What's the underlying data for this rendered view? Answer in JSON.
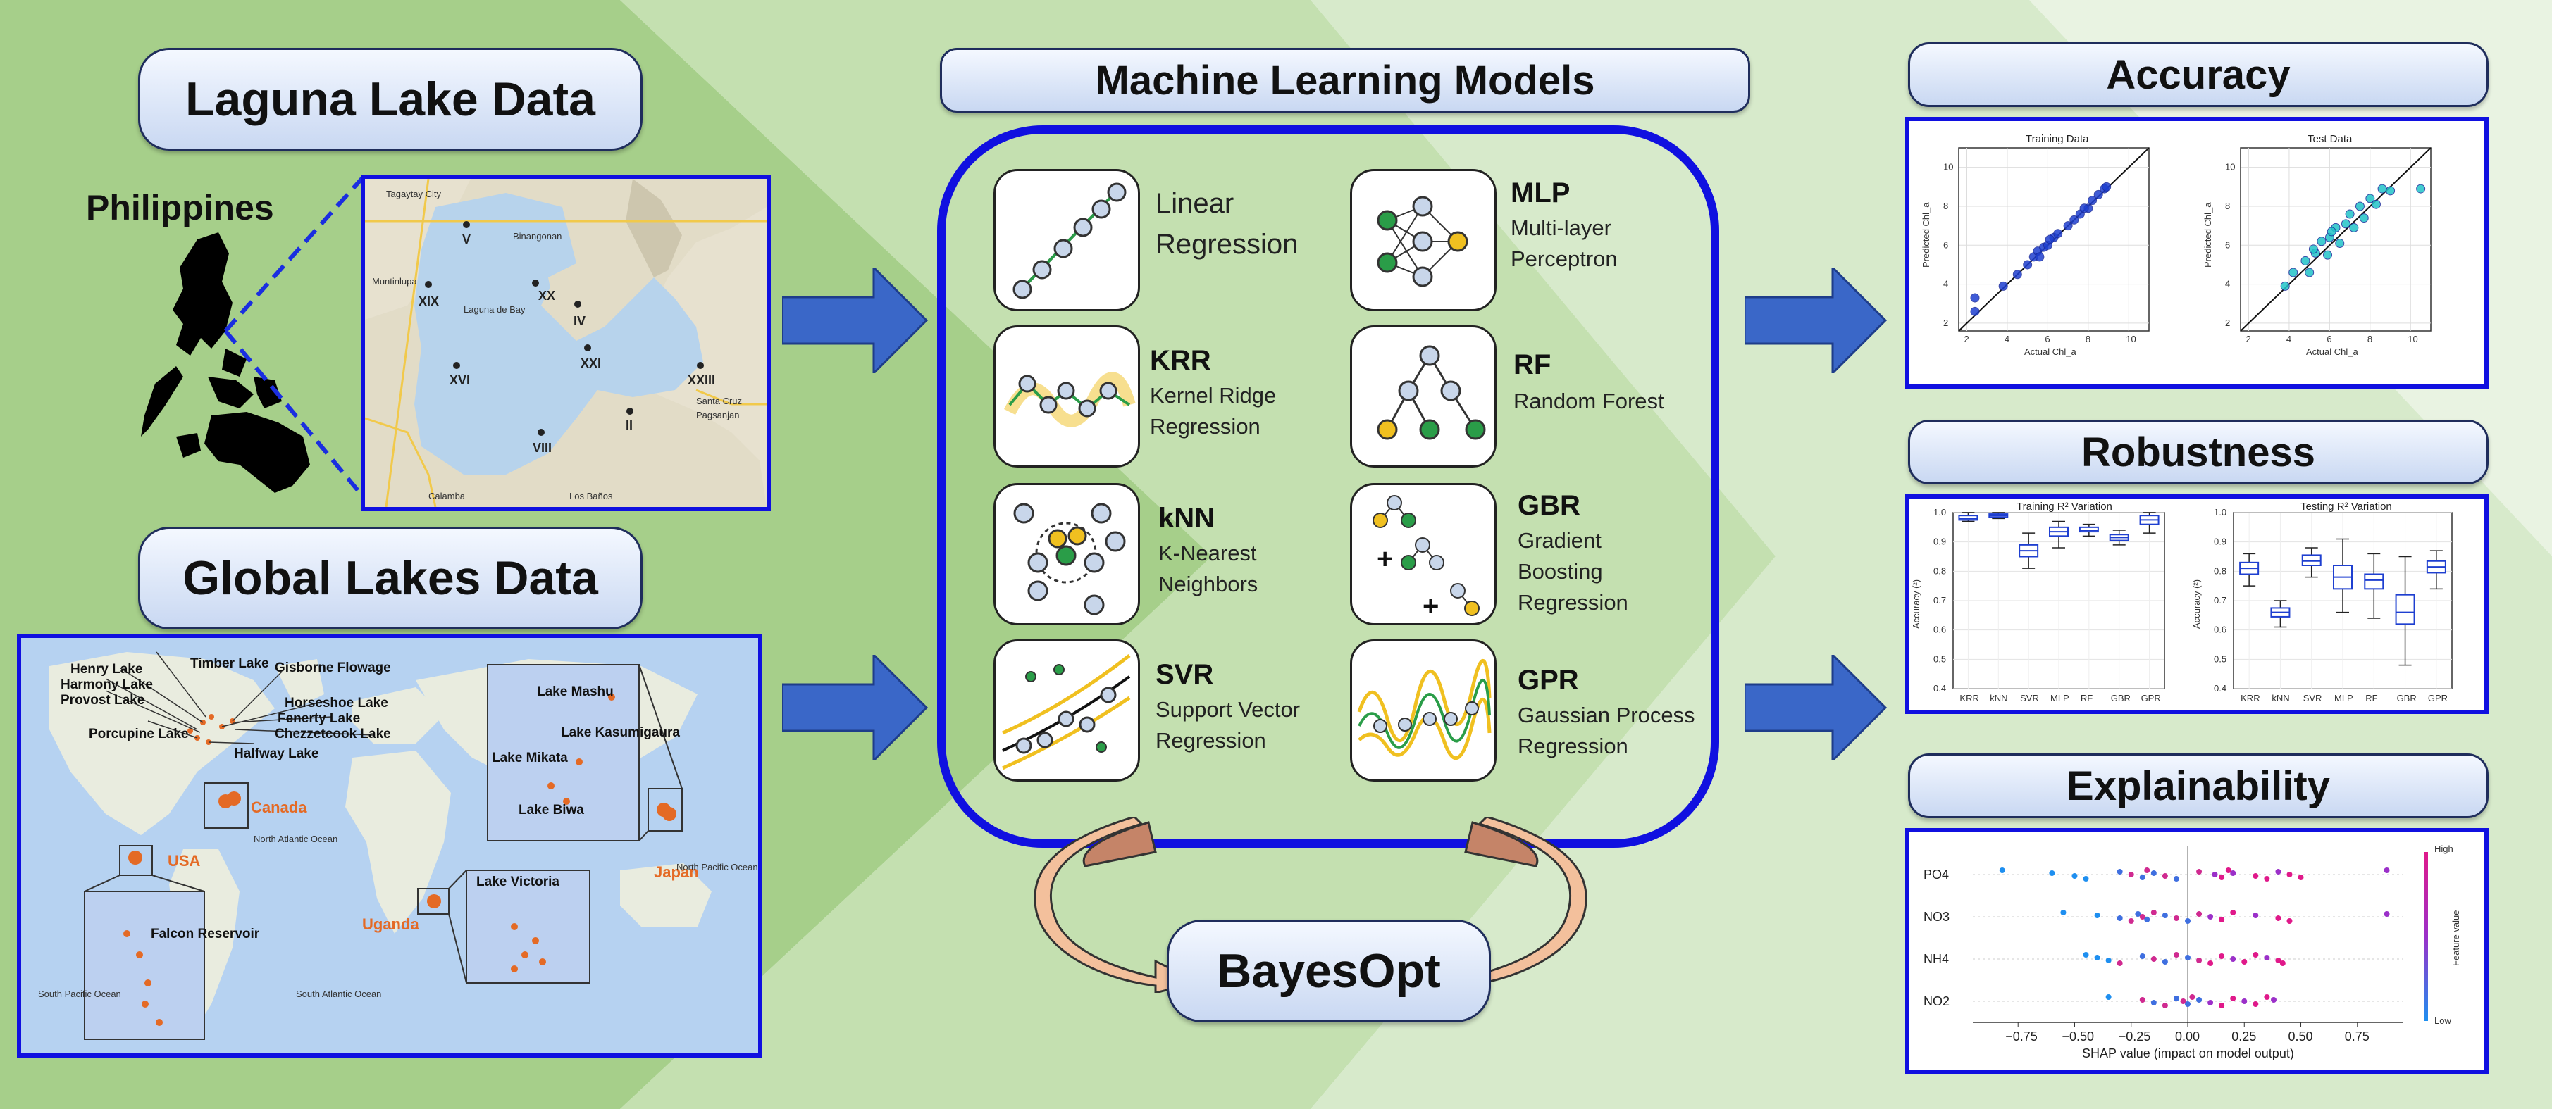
{
  "left": {
    "laguna_title": "Laguna Lake Data",
    "philippines_label": "Philippines",
    "laguna_places": [
      "Tagaytay City",
      "Binangonan",
      "Muntinlupa",
      "Laguna de Bay",
      "Calamba",
      "Los Baños",
      "Pagsanjan",
      "Santa Cruz"
    ],
    "stations": [
      "V",
      "XX",
      "XIX",
      "IV",
      "XXI",
      "XVI",
      "XXIII",
      "II",
      "VIII"
    ],
    "global_title": "Global Lakes Data",
    "lakes": [
      "Henry Lake",
      "Timber Lake",
      "Gisborne Flowage",
      "Harmony Lake",
      "Provost Lake",
      "Horseshoe Lake",
      "Fenerty Lake",
      "Chezzetcook Lake",
      "Porcupine Lake",
      "Halfway Lake",
      "Lake Mashu",
      "Lake Kasumigaura",
      "Lake Mikata",
      "Lake Biwa",
      "Falcon Reservoir",
      "Lake Victoria"
    ],
    "countries": [
      "Canada",
      "USA",
      "Japan",
      "Uganda"
    ],
    "ocean_labels": [
      "North Atlantic Ocean",
      "South Atlantic Ocean",
      "South Pacific Ocean",
      "North Pacific Ocean"
    ]
  },
  "middle": {
    "title": "Machine Learning Models",
    "models": [
      {
        "abbr": "",
        "name": "Linear Regression"
      },
      {
        "abbr": "MLP",
        "name": "Multi-layer Perceptron"
      },
      {
        "abbr": "KRR",
        "name": "Kernel Ridge Regression"
      },
      {
        "abbr": "RF",
        "name": "Random Forest"
      },
      {
        "abbr": "kNN",
        "name": "K-Nearest Neighbors"
      },
      {
        "abbr": "GBR",
        "name": "Gradient Boosting Regression"
      },
      {
        "abbr": "SVR",
        "name": "Support Vector Regression"
      },
      {
        "abbr": "GPR",
        "name": "Gaussian Process Regression"
      }
    ],
    "optimizer": "BayesOpt"
  },
  "right": {
    "accuracy_title": "Accuracy",
    "robustness_title": "Robustness",
    "explainability_title": "Explainability"
  },
  "colors": {
    "panel_border": "#1010e0",
    "arrow": "#3a67c8",
    "green_bg": "#a6cf8a",
    "shap_high": "#e0198a",
    "shap_low": "#1e8ff0"
  },
  "chart_data": [
    {
      "type": "scatter",
      "title": "Training Data",
      "xlabel": "Actual Chl_a",
      "ylabel": "Predicted Chl_a",
      "xticks": [
        2,
        4,
        6,
        8,
        10
      ],
      "yticks": [
        2,
        4,
        6,
        8,
        10
      ],
      "xlim": [
        1.6,
        11
      ],
      "ylim": [
        1.6,
        11
      ],
      "points": [
        [
          2.4,
          2.6
        ],
        [
          2.4,
          3.3
        ],
        [
          3.8,
          3.9
        ],
        [
          4.5,
          4.5
        ],
        [
          5.0,
          5.0
        ],
        [
          5.3,
          5.4
        ],
        [
          5.5,
          5.7
        ],
        [
          5.8,
          5.9
        ],
        [
          6.0,
          6.0
        ],
        [
          6.3,
          6.4
        ],
        [
          6.5,
          6.6
        ],
        [
          7.0,
          7.0
        ],
        [
          7.3,
          7.3
        ],
        [
          7.6,
          7.6
        ],
        [
          8.0,
          7.9
        ],
        [
          8.2,
          8.3
        ],
        [
          8.5,
          8.6
        ],
        [
          8.8,
          8.9
        ],
        [
          8.9,
          9.0
        ],
        [
          6.1,
          6.3
        ],
        [
          5.6,
          5.4
        ],
        [
          7.8,
          7.9
        ]
      ]
    },
    {
      "type": "scatter",
      "title": "Test Data",
      "xlabel": "Actual Chl_a",
      "ylabel": "Predicted Chl_a",
      "xticks": [
        2,
        4,
        6,
        8,
        10
      ],
      "yticks": [
        2,
        4,
        6,
        8,
        10
      ],
      "xlim": [
        1.6,
        11
      ],
      "ylim": [
        1.6,
        11
      ],
      "points": [
        [
          3.8,
          3.9
        ],
        [
          4.2,
          4.6
        ],
        [
          4.8,
          5.2
        ],
        [
          5.0,
          4.6
        ],
        [
          5.3,
          5.6
        ],
        [
          5.6,
          6.2
        ],
        [
          5.9,
          5.5
        ],
        [
          6.0,
          6.4
        ],
        [
          6.3,
          6.9
        ],
        [
          6.5,
          6.1
        ],
        [
          6.8,
          7.1
        ],
        [
          7.0,
          7.6
        ],
        [
          7.2,
          6.9
        ],
        [
          7.5,
          8.0
        ],
        [
          7.7,
          7.4
        ],
        [
          8.0,
          8.4
        ],
        [
          8.3,
          8.1
        ],
        [
          8.6,
          8.9
        ],
        [
          9.0,
          8.8
        ],
        [
          10.5,
          8.9
        ],
        [
          6.1,
          6.7
        ],
        [
          5.2,
          5.8
        ]
      ]
    },
    {
      "type": "box",
      "title": "Training R$^2$ Variation",
      "ylabel": "Accuracy ($R^2$)",
      "categories": [
        "KRR",
        "kNN",
        "SVR",
        "MLP",
        "RF",
        "GBR",
        "GPR"
      ],
      "ylim": [
        0.4,
        1.0
      ],
      "yticks": [
        0.4,
        0.5,
        0.6,
        0.7,
        0.8,
        0.9,
        1.0
      ],
      "boxes": [
        [
          0.97,
          0.975,
          0.98,
          0.99,
          1.0
        ],
        [
          0.98,
          0.985,
          0.99,
          0.995,
          1.0
        ],
        [
          0.81,
          0.85,
          0.87,
          0.89,
          0.93
        ],
        [
          0.88,
          0.92,
          0.935,
          0.95,
          0.97
        ],
        [
          0.92,
          0.935,
          0.94,
          0.95,
          0.96
        ],
        [
          0.89,
          0.905,
          0.915,
          0.925,
          0.94
        ],
        [
          0.93,
          0.96,
          0.975,
          0.99,
          1.0
        ]
      ]
    },
    {
      "type": "box",
      "title": "Testing R$^2$ Variation",
      "ylabel": "Accuracy ($R^2$)",
      "categories": [
        "KRR",
        "kNN",
        "SVR",
        "MLP",
        "RF",
        "GBR",
        "GPR"
      ],
      "ylim": [
        0.4,
        1.0
      ],
      "yticks": [
        0.4,
        0.5,
        0.6,
        0.7,
        0.8,
        0.9,
        1.0
      ],
      "boxes": [
        [
          0.75,
          0.79,
          0.81,
          0.83,
          0.86
        ],
        [
          0.61,
          0.645,
          0.66,
          0.675,
          0.7
        ],
        [
          0.78,
          0.82,
          0.835,
          0.855,
          0.88
        ],
        [
          0.66,
          0.74,
          0.78,
          0.82,
          0.91
        ],
        [
          0.64,
          0.74,
          0.77,
          0.79,
          0.86
        ],
        [
          0.48,
          0.62,
          0.66,
          0.72,
          0.85
        ],
        [
          0.74,
          0.795,
          0.815,
          0.835,
          0.87
        ]
      ]
    },
    {
      "type": "scatter",
      "title": "",
      "xlabel": "SHAP value (impact on model output)",
      "features": [
        "PO4",
        "NO3",
        "NH4",
        "NO2"
      ],
      "xticks": [
        -0.75,
        -0.5,
        -0.25,
        0.0,
        0.25,
        0.5,
        0.75
      ],
      "xlim": [
        -0.95,
        0.95
      ],
      "colorbar": {
        "label": "Feature value",
        "high": "High",
        "low": "Low"
      },
      "points": {
        "PO4": [
          -0.82,
          -0.6,
          -0.5,
          -0.45,
          -0.3,
          -0.25,
          -0.2,
          -0.18,
          -0.15,
          -0.1,
          -0.05,
          0.05,
          0.12,
          0.15,
          0.18,
          0.2,
          0.3,
          0.35,
          0.4,
          0.45,
          0.5,
          0.88
        ],
        "NO3": [
          -0.55,
          -0.4,
          -0.3,
          -0.25,
          -0.22,
          -0.2,
          -0.18,
          -0.15,
          -0.1,
          -0.05,
          0.0,
          0.05,
          0.1,
          0.15,
          0.2,
          0.3,
          0.4,
          0.45,
          0.88
        ],
        "NH4": [
          -0.45,
          -0.4,
          -0.35,
          -0.3,
          -0.2,
          -0.15,
          -0.1,
          -0.05,
          0.0,
          0.05,
          0.1,
          0.15,
          0.2,
          0.25,
          0.3,
          0.35,
          0.4,
          0.42
        ],
        "NO2": [
          -0.35,
          -0.2,
          -0.15,
          -0.1,
          -0.05,
          -0.02,
          0.0,
          0.02,
          0.05,
          0.1,
          0.15,
          0.2,
          0.25,
          0.3,
          0.35,
          0.38
        ]
      }
    }
  ]
}
